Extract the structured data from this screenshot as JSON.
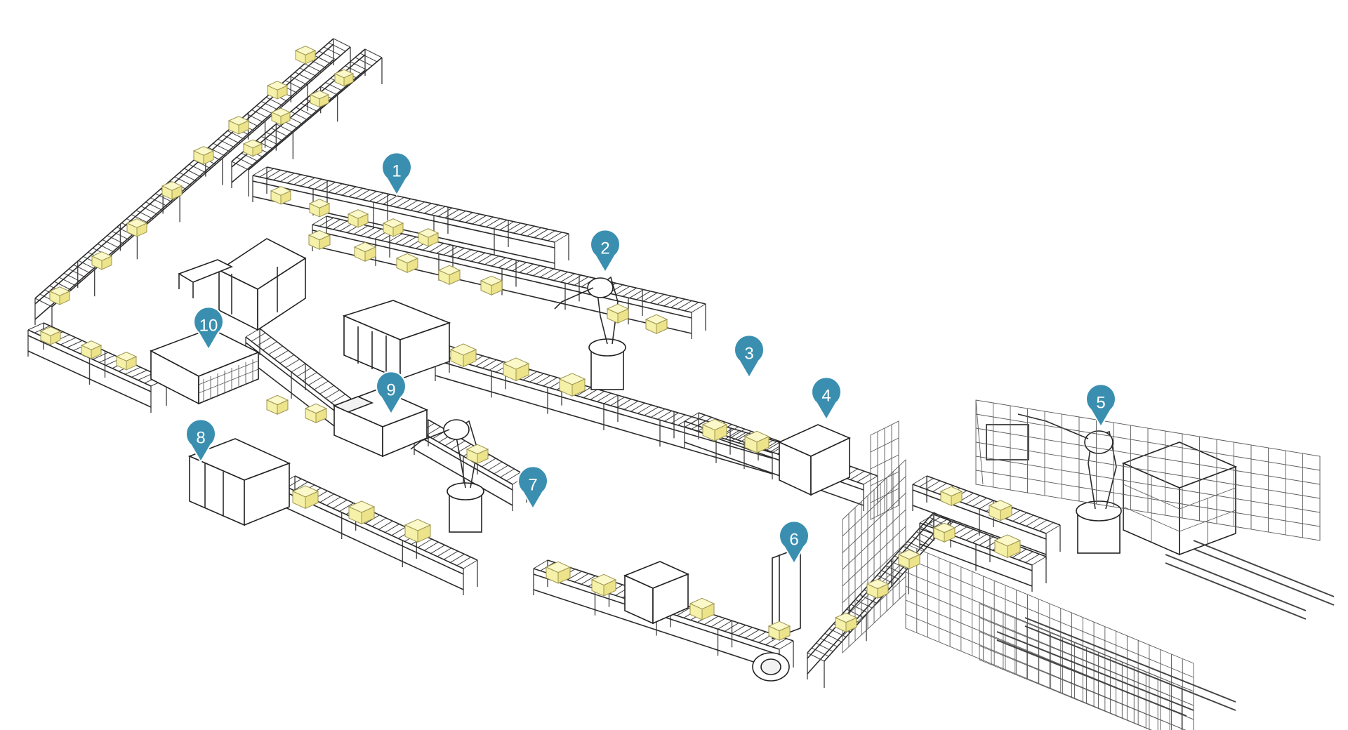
{
  "colors": {
    "marker_fill": "#3a8fb0",
    "marker_stroke": "#ffffff",
    "box_fill": "#f6f1a8",
    "line": "#2b2b2b",
    "background": "#ffffff"
  },
  "markers": [
    {
      "id": "marker-1",
      "label": "1"
    },
    {
      "id": "marker-2",
      "label": "2"
    },
    {
      "id": "marker-3",
      "label": "3"
    },
    {
      "id": "marker-4",
      "label": "4"
    },
    {
      "id": "marker-5",
      "label": "5"
    },
    {
      "id": "marker-6",
      "label": "6"
    },
    {
      "id": "marker-7",
      "label": "7"
    },
    {
      "id": "marker-8",
      "label": "8"
    },
    {
      "id": "marker-9",
      "label": "9"
    },
    {
      "id": "marker-10",
      "label": "10"
    }
  ]
}
